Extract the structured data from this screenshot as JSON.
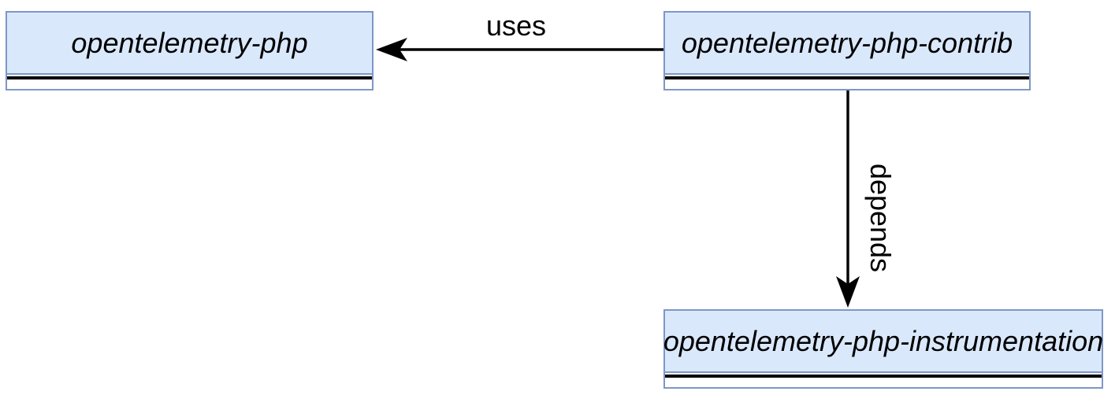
{
  "diagram": {
    "colors": {
      "canvas_bg": "#ffffff",
      "node_fill": "#dae8fc",
      "node_stroke": "#7e97c6",
      "edge_color": "#000000"
    },
    "nodes": [
      {
        "id": "php",
        "label": "opentelemetry-php"
      },
      {
        "id": "contrib",
        "label": "opentelemetry-php-contrib"
      },
      {
        "id": "instrumentation",
        "label": "opentelemetry-php-instrumentation"
      }
    ],
    "edges": [
      {
        "label": "uses",
        "from": "opentelemetry-php-contrib",
        "to": "opentelemetry-php",
        "direction": "left"
      },
      {
        "label": "depends",
        "from": "opentelemetry-php-contrib",
        "to": "opentelemetry-php-instrumentation",
        "direction": "down"
      }
    ]
  }
}
